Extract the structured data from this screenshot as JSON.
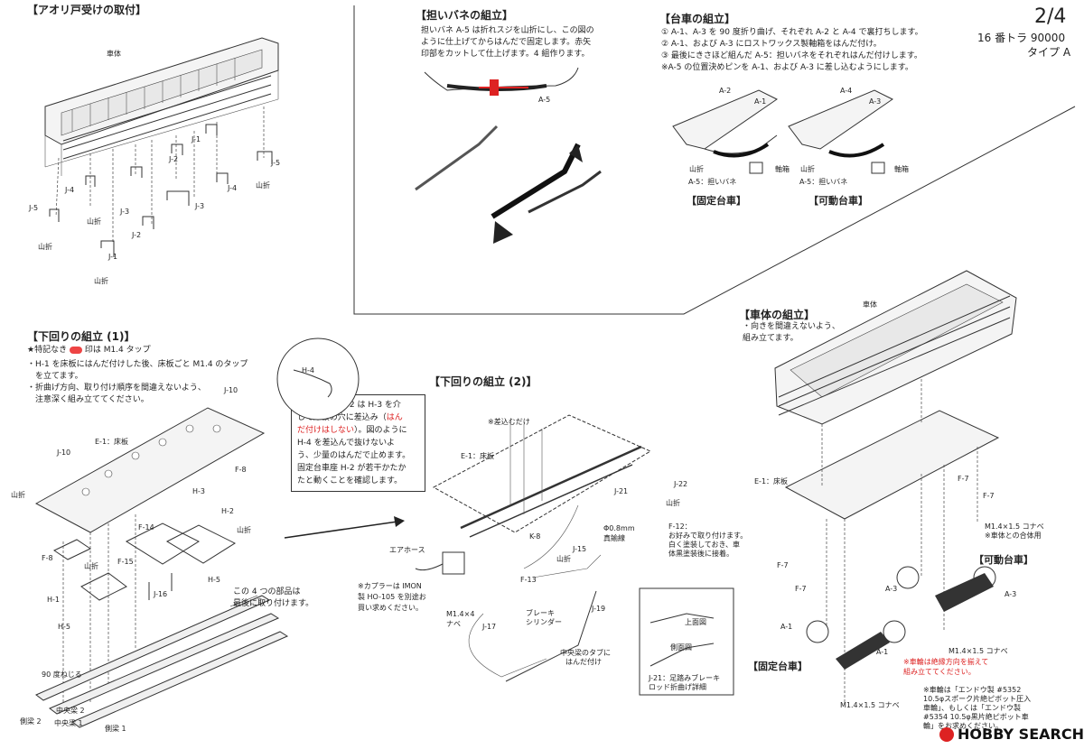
{
  "page": {
    "number": "2/4",
    "model": "16 番トラ 90000",
    "type": "タイプ A"
  },
  "sections": {
    "aori": {
      "title": "【アオリ戸受けの取付】",
      "body_label": "車体"
    },
    "bane": {
      "title": "【担いバネの組立】",
      "text": [
        "担いバネ A-5 は折れスジを山折にし、この図の",
        "ように仕上げてからはんだで固定します。赤矢",
        "印部をカットして仕上げます。4 組作ります。"
      ],
      "part": "A-5"
    },
    "daisha": {
      "title": "【台車の組立】",
      "steps": [
        "① A-1、A-3 を 90 度折り曲げ、それぞれ A-2 と A-4 で裏打ちします。",
        "② A-1、および A-3 にロストワックス製軸箱をはんだ付け。",
        "③ 最後にきさほど組んだ A-5：担いバネをそれぞれはんだ付けします。",
        "※A-5 の位置決めピンを A-1、および A-3 に差し込むようにします。"
      ],
      "fixed": "【固定台車】",
      "movable": "【可動台車】",
      "labels": {
        "a1": "A-1",
        "a2": "A-2",
        "a3": "A-3",
        "a4": "A-4",
        "axlebox": "軸箱",
        "yamaori": "山折",
        "a5": "A-5：担いバネ"
      }
    },
    "shitamawari1": {
      "title": "【下回りの組立 (1)】",
      "note_prefix": "★特記なき",
      "note_suffix": "印は M1.4 タップ",
      "text": [
        "・H-1 を床板にはんだ付けした後、床板ごと M1.4 のタップ",
        "　を立てます。",
        "・折曲げ方向、取り付け順序を間違えないよう、",
        "　注意深く組み立ててください。"
      ],
      "callout": [
        "可動台車座 H-2 は H-3 を介",
        "して床板の穴に差込み（",
        "はん",
        "だ付けはしない",
        "）。図のように",
        "H-4 を差込んで抜けないよ",
        "う、少量のはんだで止めます。",
        "固定台車座 H-2 が若干かたか",
        "たと動くことを確認します。"
      ],
      "last4": [
        "この 4 つの部品は",
        "最後に取り付けます。"
      ],
      "twist": "90 度ねじる"
    },
    "shitamawari2": {
      "title": "【下回りの組立 (2)】",
      "sashikomu": "※差込むだけ",
      "wire": [
        "Φ0.8mm",
        "真鍮線"
      ],
      "f12": [
        "F-12：",
        "お好みで取り付けます。",
        "白く塗装しておき、車",
        "体黒塗装後に接着。"
      ],
      "hose": "エアホース",
      "coupler": [
        "※カプラーは IMON",
        "製 HO-105 を別途お",
        "買い求めください。"
      ],
      "brake": [
        "ブレーキ",
        "シリンダー"
      ],
      "tab": [
        "中央梁のタブに",
        "はんだ付け"
      ],
      "screw": [
        "M1.4×4",
        "ナベ"
      ],
      "detail": {
        "top": "上面図",
        "side": "側面図",
        "caption": [
          "J-21：足踏みブレーキ",
          "ロッド折曲げ詳細"
        ]
      }
    },
    "shatai": {
      "title": "【車体の組立】",
      "text": [
        "・向きを間違えないよう、",
        "組み立てます。"
      ],
      "body_label": "車体",
      "floor": "E-1：床板",
      "screw": "M1.4×1.5 コナベ",
      "screw_note": "※車体との合体用",
      "movable": "【可動台車】",
      "fixed": "【固定台車】",
      "wheel_note": [
        "※車輪は絶縁方向を揃えて",
        "組み立ててください。"
      ],
      "wheel_buy": [
        "※車輪は「エンドウ製 #5352",
        "10.5φスポーク片絶ピボット圧入",
        "車輪」、もしくは「エンドウ製",
        "#5354 10.5φ黒片絶ピボット車",
        "輪」をお求めください。"
      ]
    }
  },
  "parts": {
    "j1": "J-1",
    "j2": "J-2",
    "j3": "J-3",
    "j4": "J-4",
    "j5": "J-5",
    "j10": "J-10",
    "j15": "J-15",
    "j16": "J-16",
    "j17": "J-17",
    "j19": "J-19",
    "j21": "J-21",
    "j22": "J-22",
    "e1": "E-1：床板",
    "f7": "F-7",
    "f8": "F-8",
    "f13": "F-13",
    "f14": "F-14",
    "f15": "F-15",
    "h1": "H-1",
    "h2": "H-2",
    "h3": "H-3",
    "h4": "H-4",
    "h5": "H-5",
    "k8": "K-8",
    "yamaori": "山折",
    "chuo2": "中央梁 2",
    "chuo1": "中央梁 1",
    "soku2": "側梁 2",
    "soku1": "側梁 1"
  },
  "watermark": "HOBBY SEARCH",
  "colors": {
    "accent_red": "#dd2222",
    "ink": "#222222"
  }
}
